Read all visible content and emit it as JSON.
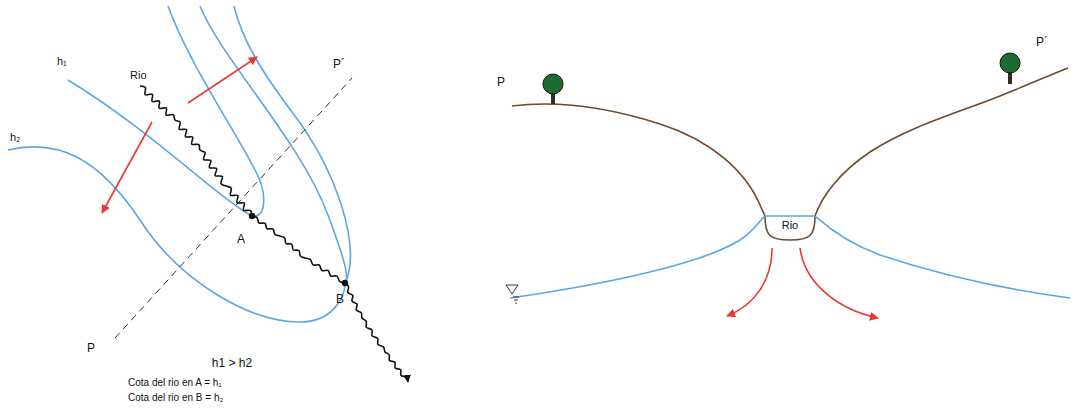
{
  "diagram": {
    "labels": [
      "h₁",
      "h₂",
      "Rio",
      "P´",
      "A",
      "B",
      "P",
      "h1 > h2",
      "Cota del rio en A = h₁",
      "Cota del rio en B = h₂",
      "P",
      "P´",
      "Rio"
    ]
  }
}
